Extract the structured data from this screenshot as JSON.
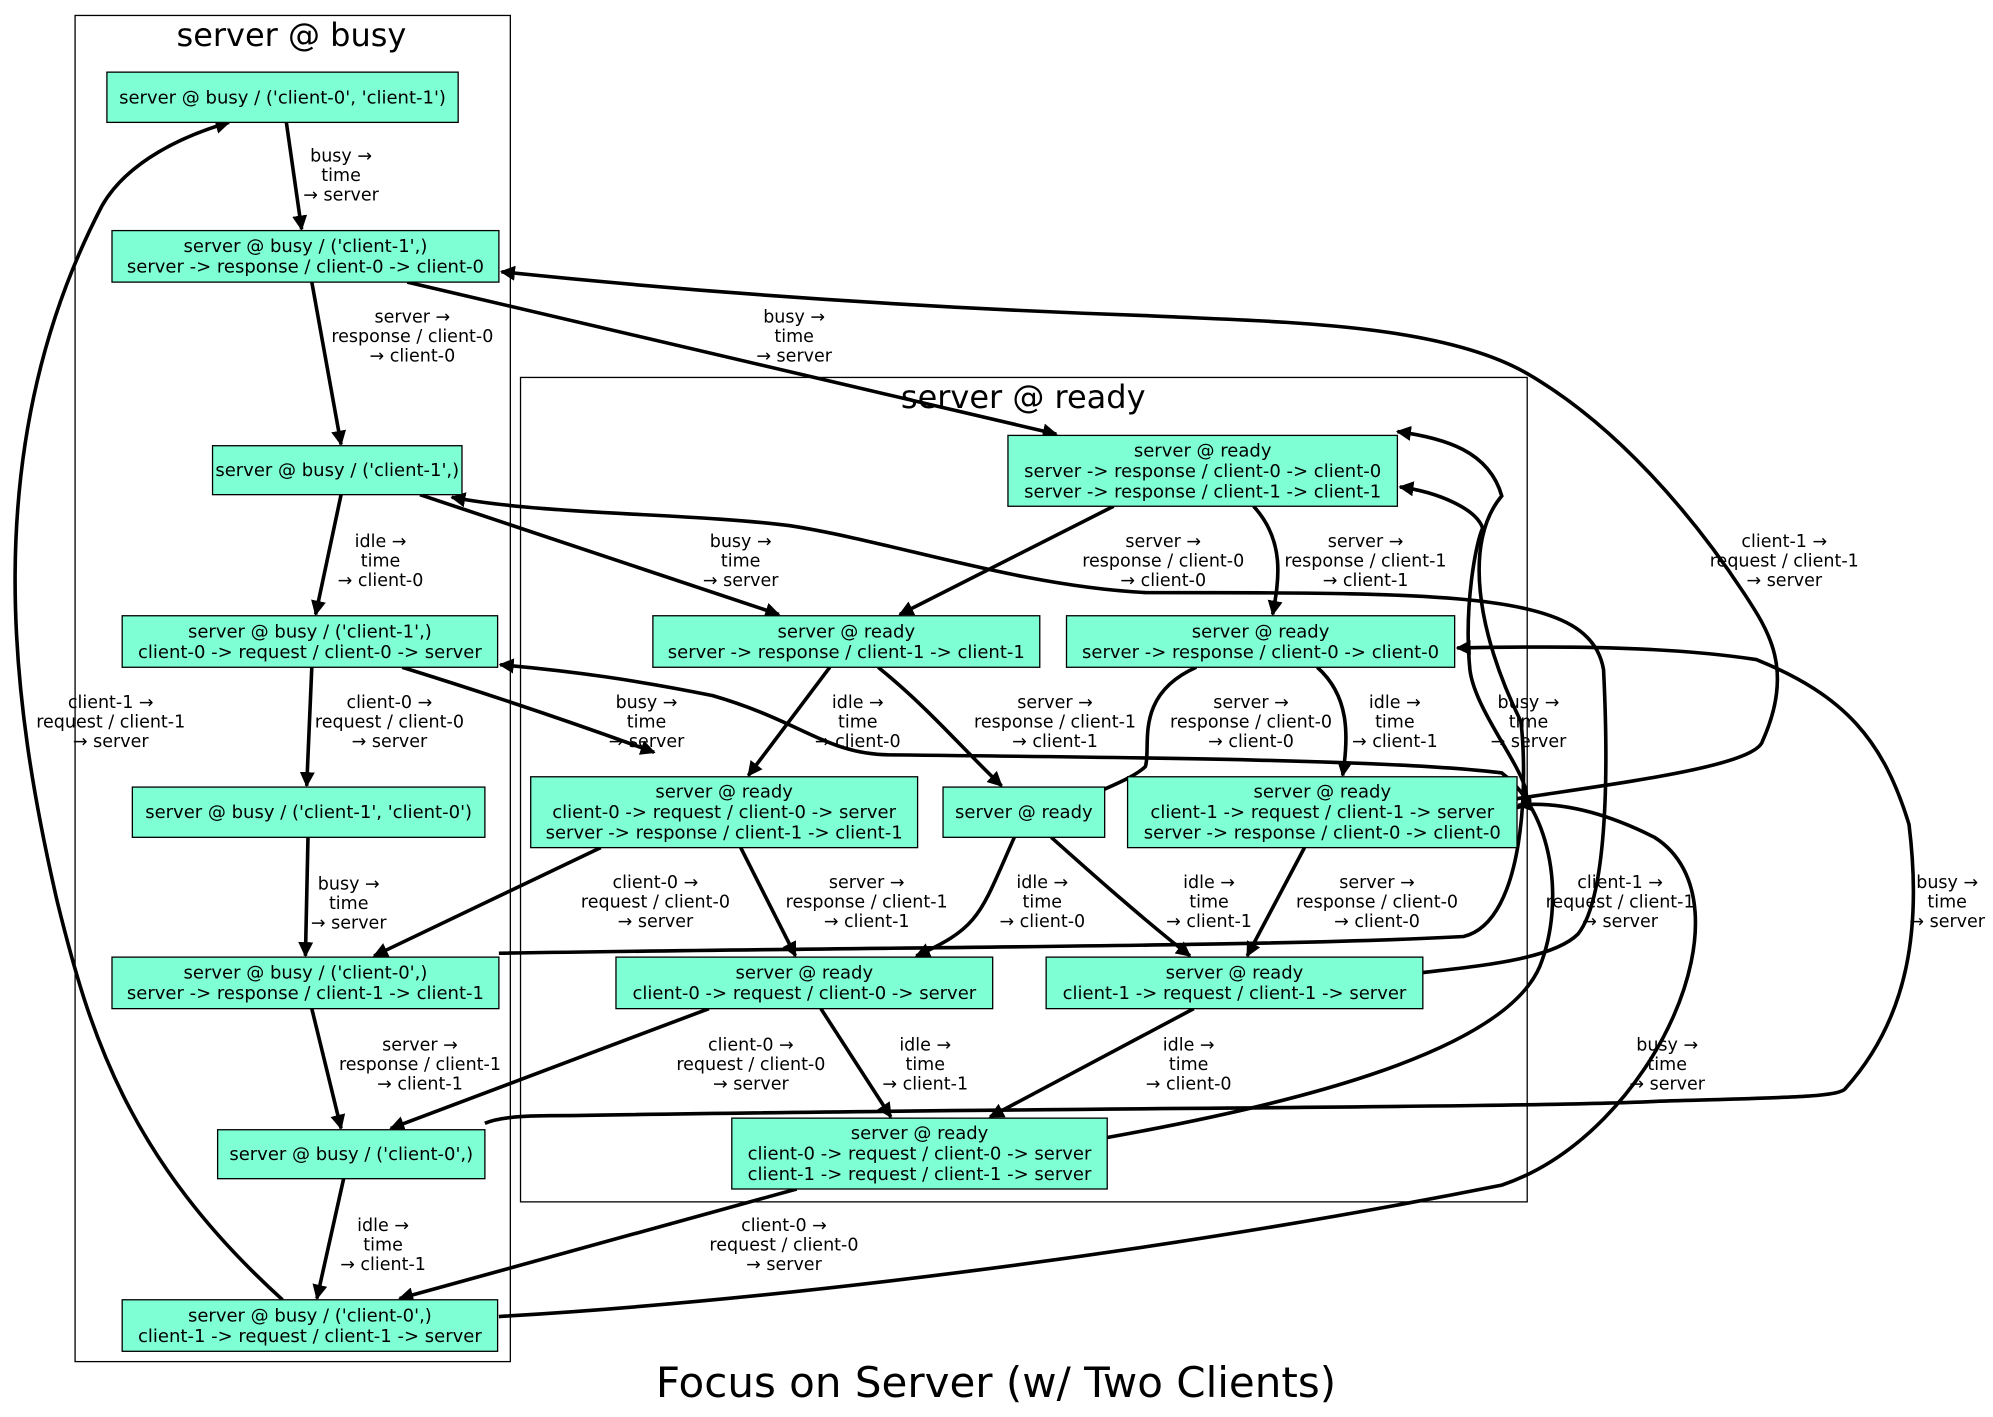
{
  "title": "Focus on Server (w/ Two Clients)",
  "clusters": [
    {
      "id": "busy",
      "label": "server @ busy"
    },
    {
      "id": "ready",
      "label": "server @ ready"
    }
  ],
  "nodes": [
    {
      "id": "b1",
      "lines": [
        "server @ busy / ('client-0', 'client-1')"
      ]
    },
    {
      "id": "b2",
      "lines": [
        "server @ busy / ('client-1',)",
        "server -> response / client-0 -> client-0"
      ]
    },
    {
      "id": "b3",
      "lines": [
        "server @ busy / ('client-1',)"
      ]
    },
    {
      "id": "b4",
      "lines": [
        "server @ busy / ('client-1',)",
        "client-0 -> request / client-0 -> server"
      ]
    },
    {
      "id": "b5",
      "lines": [
        "server @ busy / ('client-1', 'client-0')"
      ]
    },
    {
      "id": "b6",
      "lines": [
        "server @ busy / ('client-0',)",
        "server -> response / client-1 -> client-1"
      ]
    },
    {
      "id": "b7",
      "lines": [
        "server @ busy / ('client-0',)"
      ]
    },
    {
      "id": "b8",
      "lines": [
        "server @ busy / ('client-0',)",
        "client-1 -> request / client-1 -> server"
      ]
    },
    {
      "id": "r1",
      "lines": [
        "server @ ready",
        "server -> response / client-0 -> client-0",
        "server -> response / client-1 -> client-1"
      ]
    },
    {
      "id": "r2",
      "lines": [
        "server @ ready",
        "server -> response / client-1 -> client-1"
      ]
    },
    {
      "id": "r3",
      "lines": [
        "server @ ready",
        "server -> response / client-0 -> client-0"
      ]
    },
    {
      "id": "r4",
      "lines": [
        "server @ ready",
        "client-0 -> request / client-0 -> server",
        "server -> response / client-1 -> client-1"
      ]
    },
    {
      "id": "r5",
      "lines": [
        "server @ ready"
      ]
    },
    {
      "id": "r6",
      "lines": [
        "server @ ready",
        "client-1 -> request / client-1 -> server",
        "server -> response / client-0 -> client-0"
      ]
    },
    {
      "id": "r7",
      "lines": [
        "server @ ready",
        "client-0 -> request / client-0 -> server"
      ]
    },
    {
      "id": "r8",
      "lines": [
        "server @ ready",
        "client-1 -> request / client-1 -> server"
      ]
    },
    {
      "id": "r9",
      "lines": [
        "server @ ready",
        "client-0 -> request / client-0 -> server",
        "client-1 -> request / client-1 -> server"
      ]
    }
  ],
  "edges": [
    {
      "id": "e1",
      "from": "b1",
      "to": "b2",
      "label": [
        "busy →",
        "time",
        "→ server"
      ]
    },
    {
      "id": "e2",
      "from": "b2",
      "to": "b3",
      "label": [
        "server →",
        "response / client-0",
        "→ client-0"
      ]
    },
    {
      "id": "e3",
      "from": "b2",
      "to": "r1",
      "label": [
        "busy →",
        "time",
        "→ server"
      ]
    },
    {
      "id": "e4",
      "from": "b3",
      "to": "b4",
      "label": [
        "idle →",
        "time",
        "→ client-0"
      ]
    },
    {
      "id": "e5",
      "from": "b3",
      "to": "r2",
      "label": [
        "busy →",
        "time",
        "→ server"
      ]
    },
    {
      "id": "e6",
      "from": "b4",
      "to": "b5",
      "label": [
        "client-0 →",
        "request / client-0",
        "→ server"
      ]
    },
    {
      "id": "e7",
      "from": "b4",
      "to": "r4",
      "label": [
        "busy →",
        "time",
        "→ server"
      ]
    },
    {
      "id": "e8",
      "from": "b5",
      "to": "b6",
      "label": [
        "busy →",
        "time",
        "→ server"
      ]
    },
    {
      "id": "e9",
      "from": "b6",
      "to": "b7",
      "label": [
        "server →",
        "response / client-1",
        "→ client-1"
      ]
    },
    {
      "id": "e10",
      "from": "b6",
      "to": "r3",
      "label": [
        "busy →",
        "time",
        "→ server"
      ]
    },
    {
      "id": "e11",
      "from": "b7",
      "to": "b8",
      "label": [
        "idle →",
        "time",
        "→ client-1"
      ]
    },
    {
      "id": "e12",
      "from": "b8",
      "to": "b1",
      "label": [
        "client-1 →",
        "request / client-1",
        "→ server"
      ]
    },
    {
      "id": "e13",
      "from": "b8",
      "to": "r6",
      "label": [
        "busy →",
        "time",
        "→ server"
      ]
    },
    {
      "id": "e14",
      "from": "r1",
      "to": "r2",
      "label": [
        "server →",
        "response / client-0",
        "→ client-0"
      ]
    },
    {
      "id": "e15",
      "from": "r1",
      "to": "r3",
      "label": [
        "server →",
        "response / client-1",
        "→ client-1"
      ]
    },
    {
      "id": "e16",
      "from": "r2",
      "to": "r4",
      "label": [
        "idle →",
        "time",
        "→ client-0"
      ]
    },
    {
      "id": "e17",
      "from": "r2",
      "to": "r5",
      "label": [
        "server →",
        "response / client-1",
        "→ client-1"
      ]
    },
    {
      "id": "e18",
      "from": "r3",
      "to": "r5",
      "label": [
        "server →",
        "response / client-0",
        "→ client-0"
      ]
    },
    {
      "id": "e19",
      "from": "r3",
      "to": "r6",
      "label": [
        "idle →",
        "time",
        "→ client-1"
      ]
    },
    {
      "id": "e20",
      "from": "r4",
      "to": "b6",
      "label": [
        "client-0 →",
        "request / client-0",
        "→ server"
      ]
    },
    {
      "id": "e21",
      "from": "r4",
      "to": "r7",
      "label": [
        "server →",
        "response / client-1",
        "→ client-1"
      ]
    },
    {
      "id": "e22",
      "from": "r5",
      "to": "r7",
      "label": [
        "idle →",
        "time",
        "→ client-0"
      ]
    },
    {
      "id": "e23",
      "from": "r5",
      "to": "r8",
      "label": [
        "idle →",
        "time",
        "→ client-1"
      ]
    },
    {
      "id": "e24",
      "from": "r6",
      "to": "b2",
      "label": [
        "client-1 →",
        "request / client-1",
        "→ server"
      ]
    },
    {
      "id": "e25",
      "from": "r6",
      "to": "r8",
      "label": [
        "server →",
        "response / client-0",
        "→ client-0"
      ]
    },
    {
      "id": "e26",
      "from": "r7",
      "to": "b7",
      "label": [
        "client-0 →",
        "request / client-0",
        "→ server"
      ]
    },
    {
      "id": "e27",
      "from": "r7",
      "to": "r9",
      "label": [
        "idle →",
        "time",
        "→ client-1"
      ]
    },
    {
      "id": "e28",
      "from": "r8",
      "to": "b3",
      "label": [
        "client-1 →",
        "request / client-1",
        "→ server"
      ]
    },
    {
      "id": "e29",
      "from": "r8",
      "to": "r9",
      "label": [
        "idle →",
        "time",
        "→ client-0"
      ]
    },
    {
      "id": "e30",
      "from": "r9",
      "to": "b8",
      "label": [
        "client-0 →",
        "request / client-0",
        "→ server"
      ]
    },
    {
      "id": "e31",
      "from": "r9",
      "to": "b4",
      "label": [
        "busy →",
        "time",
        "→ server"
      ]
    },
    {
      "id": "e32",
      "from": "b7",
      "to": "r3",
      "label": [
        "busy →",
        "time",
        "→ server"
      ]
    },
    {
      "id": "e33",
      "from": "r6",
      "to": "r1",
      "label": [
        "busy →",
        "time",
        "→ server"
      ]
    }
  ]
}
